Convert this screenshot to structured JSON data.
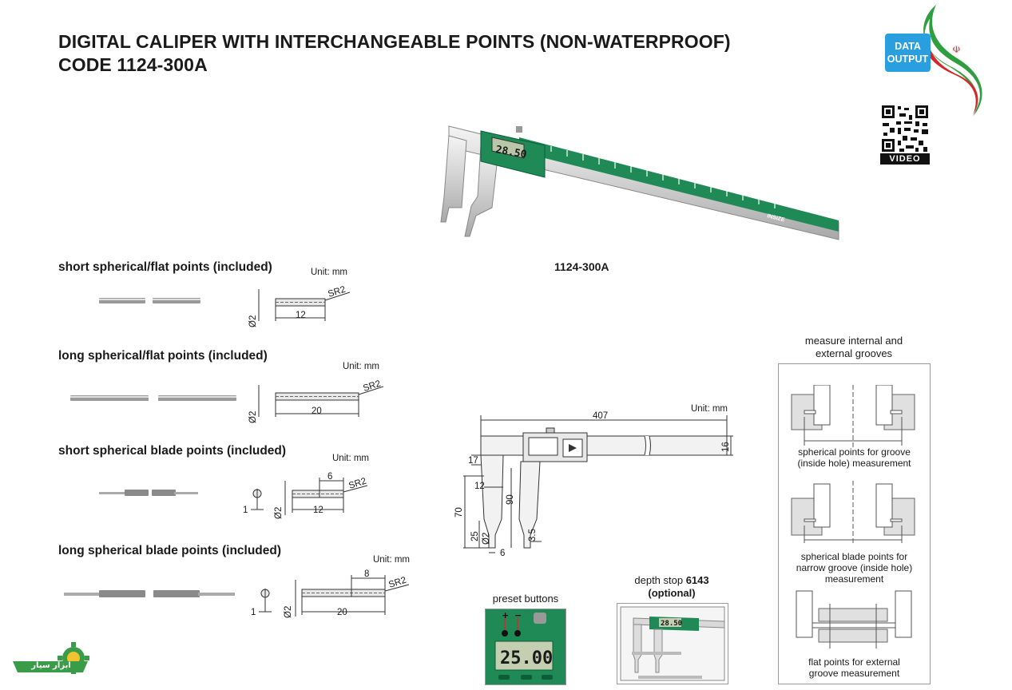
{
  "title": {
    "line1": "DIGITAL CALIPER WITH INTERCHANGEABLE POINTS (NON-WATERPROOF)",
    "line2": "CODE 1124-300A"
  },
  "badge": {
    "line1": "DATA",
    "line2": "OUTPUT"
  },
  "qr": {
    "label": "VIDEO"
  },
  "product": {
    "code_label": "1124-300A",
    "lcd_value": "28.50",
    "brand": "INSIZE"
  },
  "points": [
    {
      "heading": "short spherical/flat points (included)",
      "unit": "Unit: mm",
      "dims": {
        "sr": "SR2",
        "dia": "Ø2",
        "len": "12"
      }
    },
    {
      "heading": "long spherical/flat points (included)",
      "unit": "Unit: mm",
      "dims": {
        "sr": "SR2",
        "dia": "Ø2",
        "len": "20"
      }
    },
    {
      "heading": "short spherical blade points (included)",
      "unit": "Unit: mm",
      "dims": {
        "sr": "SR2",
        "dia": "Ø2",
        "len": "12",
        "tip": "6",
        "blade": "1"
      }
    },
    {
      "heading": "long spherical blade points (included)",
      "unit": "Unit: mm",
      "dims": {
        "sr": "SR2",
        "dia": "Ø2",
        "len": "20",
        "tip": "8",
        "blade": "1"
      }
    }
  ],
  "main_drawing": {
    "unit": "Unit: mm",
    "dims": {
      "total": "407",
      "height": "16",
      "d17": "17",
      "d12": "12",
      "d70": "70",
      "d90": "90",
      "d25": "25",
      "dia": "Ø2",
      "d35": "3.5",
      "d6": "6"
    }
  },
  "preset": {
    "title": "preset buttons",
    "plus": "+",
    "minus": "−",
    "lcd_value": "25.00"
  },
  "depth_stop": {
    "title_line1_a": "depth stop ",
    "title_line1_b": "6143",
    "title_line2": "(optional)",
    "lcd_value": "28.50"
  },
  "grooves": {
    "title_line1": "measure internal and",
    "title_line2": "external grooves",
    "captions": [
      {
        "l1": "spherical points for groove",
        "l2": "(inside hole) measurement",
        "l3": ""
      },
      {
        "l1": "spherical blade points for",
        "l2": "narrow groove (inside hole)",
        "l3": "measurement"
      },
      {
        "l1": "flat points for external",
        "l2": "groove measurement",
        "l3": ""
      }
    ]
  },
  "logo": {
    "text": "ابزار سیار"
  },
  "colors": {
    "green": "#1f8a55",
    "dark_green": "#0d5c38",
    "badge_blue": "#2a9fe0",
    "flag_red": "#d62828",
    "flag_green": "#2e9e3e"
  }
}
